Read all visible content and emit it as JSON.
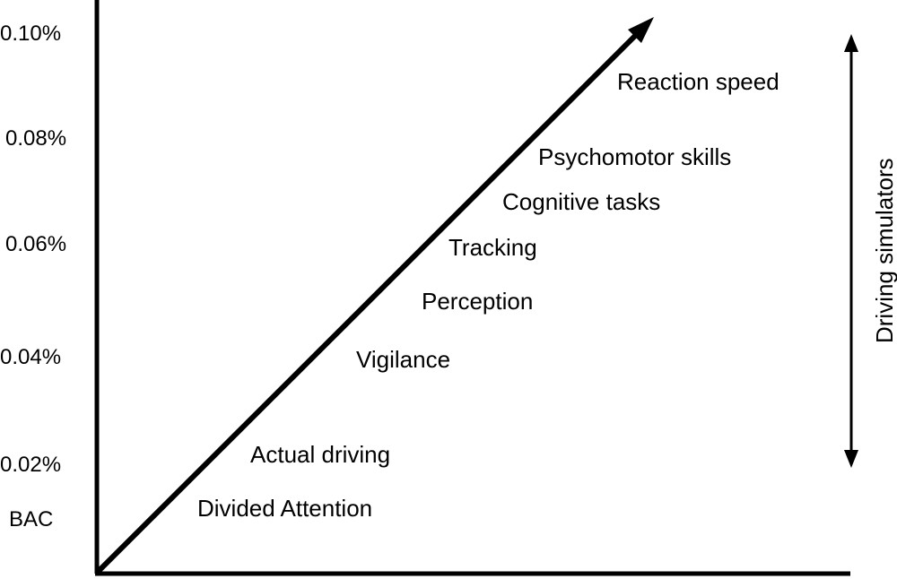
{
  "y_axis": {
    "ticks": [
      "0.10%",
      "0.08%",
      "0.06%",
      "0.04%",
      "0.02%"
    ],
    "label": "BAC"
  },
  "skills": [
    "Reaction speed",
    "Psychomotor skills",
    "Cognitive tasks",
    "Tracking",
    "Perception",
    "Vigilance",
    "Actual driving",
    "Divided Attention"
  ],
  "bracket": {
    "label": "Driving simulators"
  },
  "colors": {
    "ink": "#000000",
    "background": "#ffffff"
  }
}
